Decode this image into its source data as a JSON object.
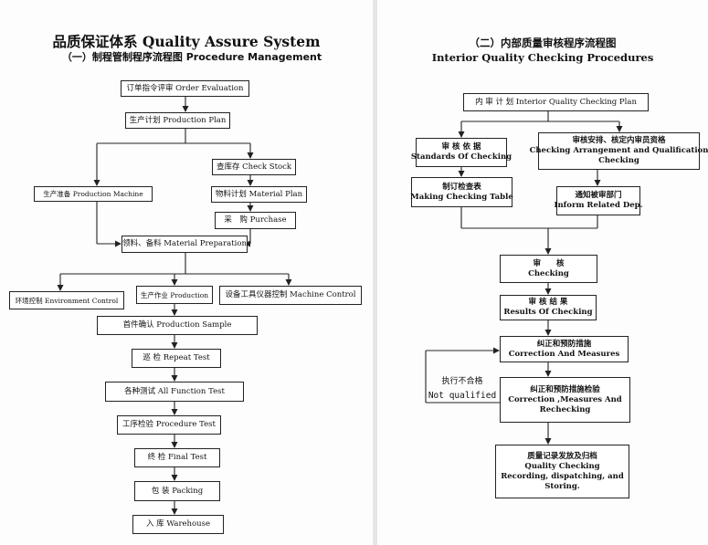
{
  "left": {
    "title_main": "品质保证体系 Quality Assure System",
    "title_sub": "（一）制程管制程序流程图 Procedure Management",
    "steps": {
      "order_evaluation": "订单指令评审 Order Evaluation",
      "production_plan": "生产计划 Production Plan",
      "check_stock": "查库存 Check Stock",
      "production_machine": "生产准备 Production Machine",
      "material_plan": "物料计划 Material Plan",
      "purchase": "采　购 Purchase",
      "material_preparation": "领料、备料 Material Preparation",
      "environment_control": "环境控制 Environment Control",
      "production": "生产作业 Production",
      "machine_control": "设备工具仪器控制 Machine Control",
      "production_sample": "首件确认 Production Sample",
      "repeat_test": "巡 检 Repeat Test",
      "all_function_test": "各种测试 All Function Test",
      "procedure_test": "工序检验 Procedure Test",
      "final_test": "终 检 Final Test",
      "packing": "包 装 Packing",
      "warehouse": "入 库 Warehouse"
    }
  },
  "right": {
    "title_cn": "（二）内部质量审核程序流程图",
    "title_en": "Interior Quality Checking Procedures",
    "steps": {
      "interior_plan": "内 审 计 划 Interior Quality Checking Plan",
      "standards_cn": "审 核 依 据",
      "standards_en": "Standards Of Checking",
      "arrangement_cn": "审核安排、核定内审员资格",
      "arrangement_en1": "Checking Arrangement and Qualification",
      "arrangement_en2": "Checking",
      "making_table_cn": "制订检查表",
      "making_table_en": "Making Checking Table",
      "inform_cn": "通知被审部门",
      "inform_en": "Inform Related Dep.",
      "checking_cn": "审　　核",
      "checking_en": "Checking",
      "results_cn": "审 核 结 果",
      "results_en": "Results Of Checking",
      "correction_cn": "纠正和预防措施",
      "correction_en": "Correction And Measures",
      "not_qualified_cn": "执行不合格",
      "not_qualified_en": "Not qualified",
      "recheck_cn": "纠正和预防措施检验",
      "recheck_en1": "Correction ,Measures And",
      "recheck_en2": "Rechecking",
      "record_cn": "质量记录发放及归档",
      "record_en1": "Quality Checking",
      "record_en2": "Recording, dispatching, and",
      "record_en3": "Storing."
    }
  }
}
